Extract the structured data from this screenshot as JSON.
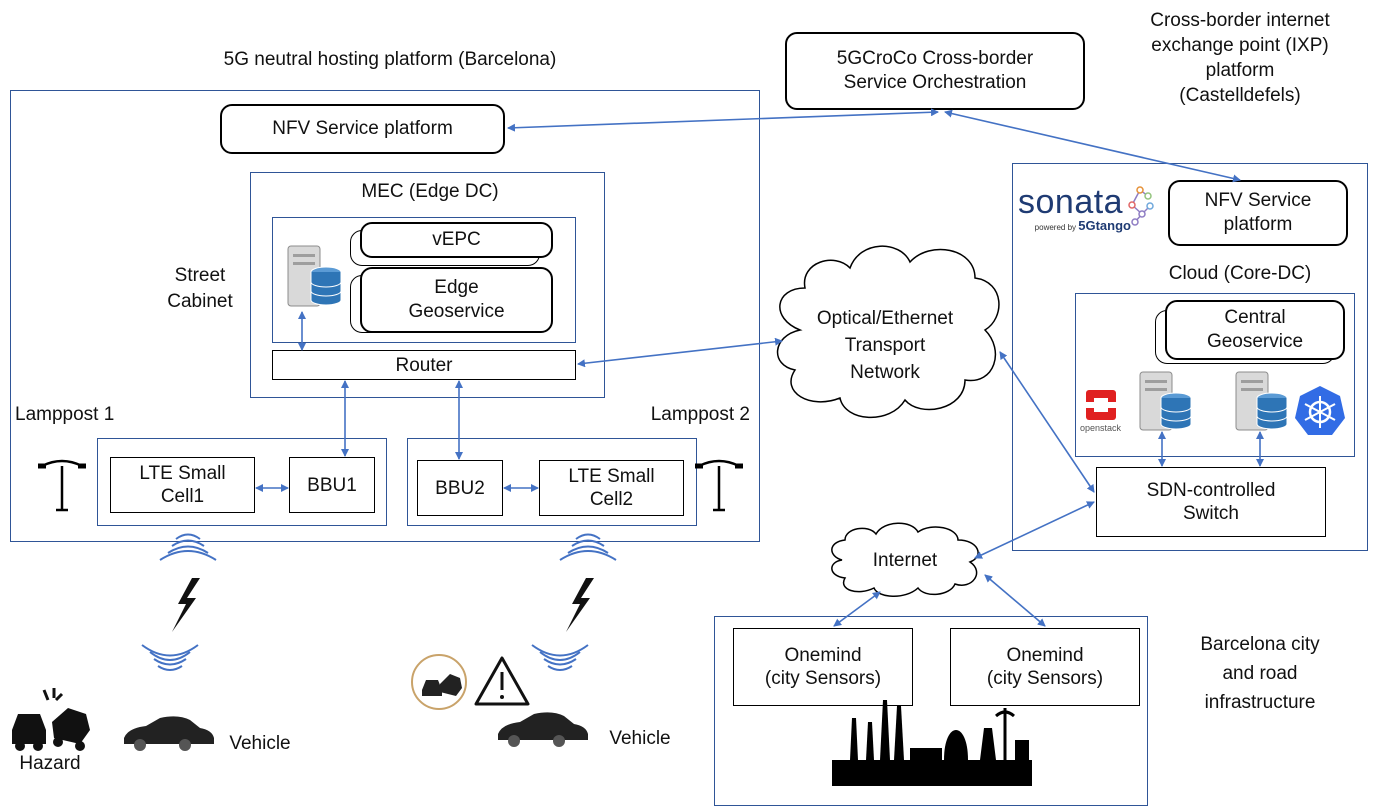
{
  "labels": {
    "neutral_platform": "5G neutral hosting platform (Barcelona)",
    "ixp_platform": "Cross-border internet exchange point (IXP) platform (Castelldefels)",
    "ixp_line1": "Cross-border internet",
    "ixp_line2": "exchange point (IXP)",
    "ixp_line3": "platform",
    "ixp_line4": "(Castelldefels)",
    "street_cabinet_1": "Street",
    "street_cabinet_2": "Cabinet",
    "mec": "MEC (Edge DC)",
    "lamppost1": "Lamppost 1",
    "lamppost2": "Lamppost 2",
    "cloud": "Cloud (Core-DC)",
    "barcelona_1": "Barcelona city",
    "barcelona_2": "and road",
    "barcelona_3": "infrastructure",
    "hazard": "Hazard",
    "vehicle1": "Vehicle",
    "vehicle2": "Vehicle"
  },
  "boxes": {
    "orchestration_1": "5GCroCo Cross-border",
    "orchestration_2": "Service Orchestration",
    "nfv_left": "NFV Service platform",
    "nfv_right_1": "NFV Service",
    "nfv_right_2": "platform",
    "vepc": "vEPC",
    "edge_geo_1": "Edge",
    "edge_geo_2": "Geoservice",
    "router": "Router",
    "lte1_1": "LTE Small",
    "lte1_2": "Cell1",
    "bbu1": "BBU1",
    "bbu2": "BBU2",
    "lte2_1": "LTE Small",
    "lte2_2": "Cell2",
    "central_geo_1": "Central",
    "central_geo_2": "Geoservice",
    "sdn_1": "SDN-controlled",
    "sdn_2": "Switch",
    "onemind1_1": "Onemind",
    "onemind1_2": "(city Sensors)",
    "onemind2_1": "Onemind",
    "onemind2_2": "(city Sensors)"
  },
  "clouds": {
    "transport_1": "Optical/Ethernet",
    "transport_2": "Transport",
    "transport_3": "Network",
    "internet": "Internet"
  },
  "logos": {
    "sonata": "sonata",
    "sonata_powered": "powered by",
    "sonata_brand": "5Gtango",
    "openstack": "openstack"
  },
  "colors": {
    "frame": "#2f5597",
    "arrow": "#4472c4",
    "server_cyl": "#2e75b6",
    "openstack": "#e02020",
    "kubernetes": "#326ce5"
  }
}
